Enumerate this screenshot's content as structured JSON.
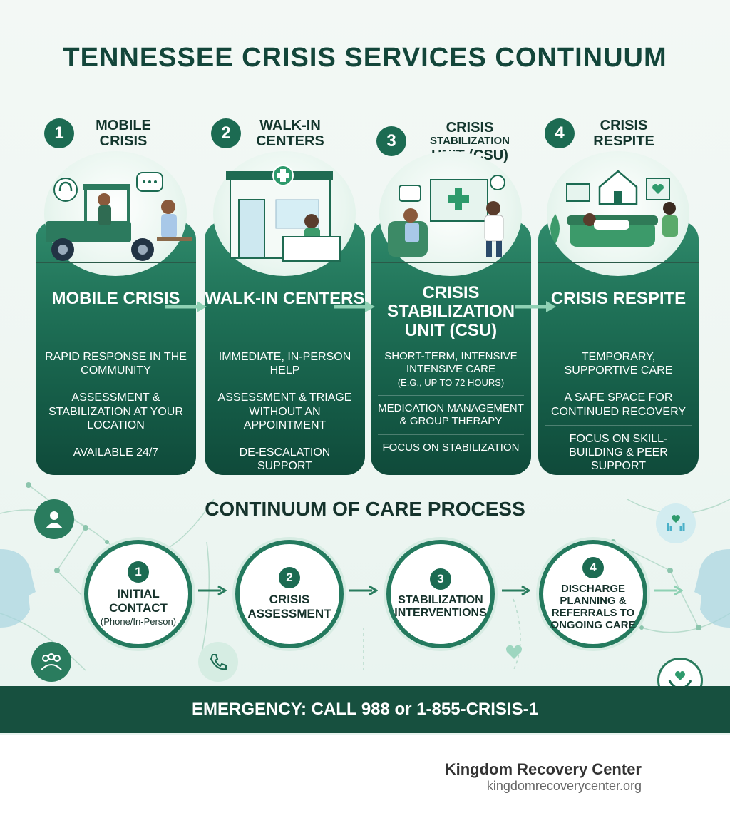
{
  "title": "TENNESSEE CRISIS SERVICES CONTINUUM",
  "services": [
    {
      "number": "1",
      "header": "MOBILE CRISIS",
      "card_title": "MOBILE CRISIS",
      "lines": [
        "RAPID RESPONSE IN THE COMMUNITY",
        "ASSESSMENT & STABILIZATION AT YOUR LOCATION",
        "AVAILABLE 24/7"
      ]
    },
    {
      "number": "2",
      "header": "WALK-IN CENTERS",
      "card_title": "WALK-IN CENTERS",
      "lines": [
        "IMMEDIATE, IN-PERSON HELP",
        "ASSESSMENT & TRIAGE WITHOUT AN APPOINTMENT",
        "DE-ESCALATION SUPPORT"
      ]
    },
    {
      "number": "3",
      "header_line1": "CRISIS",
      "header_line2": "STABILIZATION",
      "header_line3": "UNIT (CSU)",
      "card_title": "CRISIS STABILIZATION UNIT (CSU)",
      "lines": [
        "SHORT-TERM, INTENSIVE INTENSIVE CARE",
        "(e.g., UP TO 72 HOURS)",
        "MEDICATION MANAGEMENT & GROUP THERAPY",
        "FOCUS ON STABILIZATION"
      ]
    },
    {
      "number": "4",
      "header": "CRISIS RESPITE",
      "card_title": "CRISIS RESPITE",
      "lines": [
        "TEMPORARY, SUPPORTIVE CARE",
        "A SAFE SPACE FOR CONTINUED RECOVERY",
        "FOCUS ON SKILL-BUILDING & PEER SUPPORT"
      ]
    }
  ],
  "process": {
    "title": "CONTINUUM OF CARE PROCESS",
    "steps": [
      {
        "number": "1",
        "label": "INITIAL CONTACT",
        "sub": "(Phone/In-Person)"
      },
      {
        "number": "2",
        "label": "CRISIS ASSESSMENT",
        "sub": ""
      },
      {
        "number": "3",
        "label": "STABILIZATION INTERVENTIONS",
        "sub": ""
      },
      {
        "number": "4",
        "label": "DISCHARGE PLANNING & REFERRALS TO ONGOING CARE",
        "sub": ""
      }
    ]
  },
  "emergency": "EMERGENCY: CALL 988 or 1-855-CRISIS-1",
  "footer": {
    "name": "Kingdom Recovery Center",
    "url": "kingdomrecoverycenter.org"
  },
  "colors": {
    "dark_green": "#13463a",
    "accent_green": "#1c6b52",
    "banner": "#17503f"
  },
  "icons": [
    "headset-icon",
    "chat-icon",
    "plus-icon",
    "house-icon",
    "heart-icon",
    "person-icon",
    "group-icon",
    "phone-icon",
    "hands-heart-icon",
    "head-profile-icon"
  ]
}
